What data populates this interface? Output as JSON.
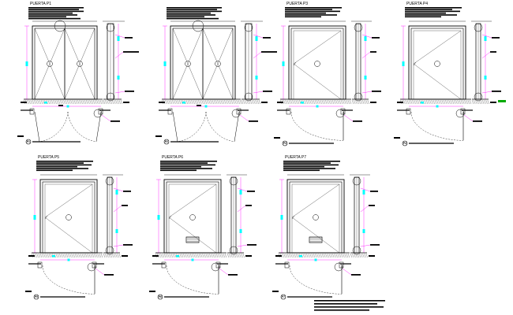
{
  "drawing": {
    "background": "#ffffff",
    "colors": {
      "ink": "#000000",
      "dimension": "#ff00ff",
      "glazing": "#00ffff",
      "hatch": "#555555",
      "mark": "#00aa00"
    },
    "doors": [
      {
        "label": "PUERTA  P1",
        "tag": "P1",
        "type": "double",
        "louver": false
      },
      {
        "label": "",
        "tag": "P2",
        "type": "double",
        "louver": false
      },
      {
        "label": "PUERTA  P3",
        "tag": "P3",
        "type": "single",
        "louver": false
      },
      {
        "label": "PUERTA  P4",
        "tag": "P4",
        "type": "single",
        "louver": false
      },
      {
        "label": "PUERTA  P5",
        "tag": "P5",
        "type": "single",
        "louver": false
      },
      {
        "label": "PUERTA  P6",
        "tag": "P6",
        "type": "single",
        "louver": true
      },
      {
        "label": "PUERTA  P7",
        "tag": "P7",
        "type": "single",
        "louver": true
      }
    ]
  }
}
